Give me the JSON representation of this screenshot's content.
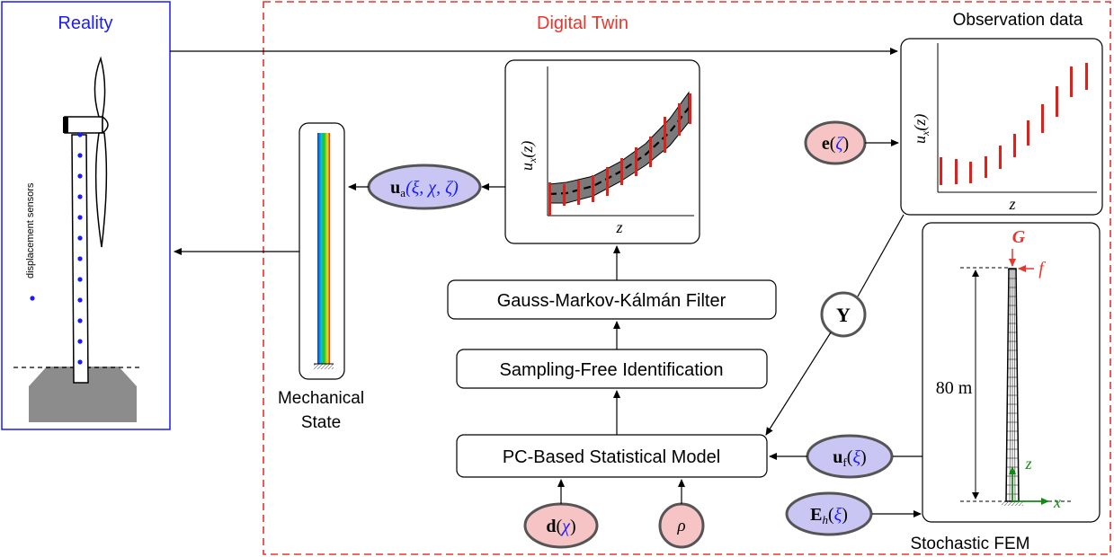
{
  "reality": {
    "title": "Reality",
    "sensor_label": "displacement sensors"
  },
  "digital_twin": {
    "title": "Digital Twin"
  },
  "observation": {
    "title": "Observation data",
    "xlabel": "z",
    "ylabel": "u_x(z)"
  },
  "estimate_plot": {
    "xlabel": "z",
    "ylabel": "u_x(z)"
  },
  "mechanical_state": {
    "label_line1": "Mechanical",
    "label_line2": "State"
  },
  "process": {
    "gmk_filter": "Gauss-Markov-Kálmán Filter",
    "sampling_free": "Sampling-Free Identification",
    "pc_model": "PC-Based Statistical Model"
  },
  "symbols": {
    "u_a": "u",
    "u_a_sub": "a",
    "u_a_args": "(ξ, χ, ζ)",
    "e_main": "e",
    "e_args": "ζ",
    "Y": "Y",
    "u_f": "u",
    "u_f_sub": "f",
    "u_f_args": "ξ",
    "E_h": "E",
    "E_h_sub": "h",
    "E_h_args": "ξ",
    "d": "d",
    "d_args": "χ",
    "rho": "ρ"
  },
  "fem": {
    "title": "Stochastic FEM",
    "height_label": "80 m",
    "G": "G",
    "f": "f",
    "z_axis": "z",
    "x_axis": "x"
  },
  "colors": {
    "red_frame": "#e8352d",
    "blue": "#1a1aff",
    "node_blue": "#c9c6f3",
    "node_pink": "#f6c4c4",
    "band": "#7a7a7a",
    "obs_red": "#e0201a"
  }
}
